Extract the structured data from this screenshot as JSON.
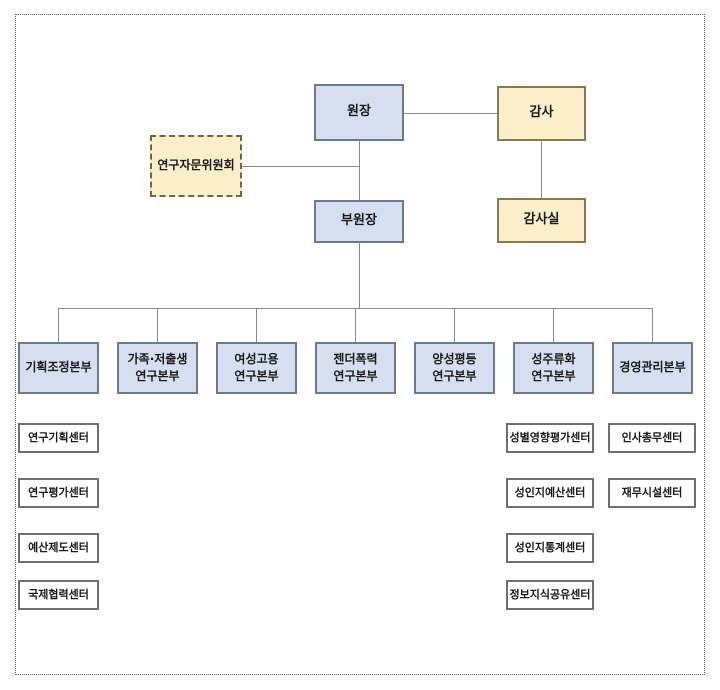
{
  "diagram": {
    "title_text": "",
    "colors": {
      "exec_fill": "#d6dff0",
      "exec_border": "#6b7a94",
      "audit_fill": "#fbeec8",
      "audit_border": "#8a7a4f",
      "advisory_fill": "#fbeec8",
      "advisory_border": "#6b6b3f",
      "center_fill": "#ffffff",
      "center_border": "#6f6f6f",
      "connector": "#8a8a8a",
      "page_frame": "#5a5a5a"
    },
    "executives": {
      "president": "원장",
      "vice_president": "부원장",
      "auditor": "감사",
      "audit_office": "감사실",
      "advisory_committee": "연구자문위원회"
    },
    "divisions": [
      {
        "id": "planning-coordination",
        "lines": [
          "기획조정본부"
        ]
      },
      {
        "id": "family-lowbirth",
        "lines": [
          "가족·저출생",
          "연구본부"
        ]
      },
      {
        "id": "women-employment",
        "lines": [
          "여성고용",
          "연구본부"
        ]
      },
      {
        "id": "gender-violence",
        "lines": [
          "젠더폭력",
          "연구본부"
        ]
      },
      {
        "id": "gender-equality",
        "lines": [
          "양성평등",
          "연구본부"
        ]
      },
      {
        "id": "gender-mainstreaming",
        "lines": [
          "성주류화",
          "연구본부"
        ]
      },
      {
        "id": "management-administration",
        "lines": [
          "경영관리본부"
        ]
      }
    ],
    "centers": {
      "planning_coordination": [
        "연구기획센터",
        "연구평가센터",
        "예산제도센터",
        "국제협력센터"
      ],
      "gender_mainstreaming": [
        "성별영향평가센터",
        "성인지예산센터",
        "성인지통계센터",
        "정보지식공유센터"
      ],
      "management_administration": [
        "인사총무센터",
        "재무시설센터"
      ]
    }
  }
}
